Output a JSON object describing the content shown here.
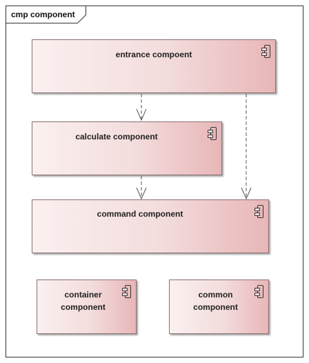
{
  "frame": {
    "label": "cmp component"
  },
  "components": {
    "entrance": {
      "label": "entrance compoent",
      "icon": "component-icon"
    },
    "calculate": {
      "label": "calculate component",
      "icon": "component-icon"
    },
    "command": {
      "label": "command component",
      "icon": "component-icon"
    },
    "container": {
      "line1": "container",
      "line2": "component",
      "icon": "component-icon"
    },
    "common": {
      "line1": "common",
      "line2": "component",
      "icon": "component-icon"
    }
  },
  "dependencies": [
    {
      "from": "entrance compoent",
      "to": "calculate component"
    },
    {
      "from": "calculate component",
      "to": "command component"
    },
    {
      "from": "entrance compoent",
      "to": "command component"
    }
  ],
  "colors": {
    "gradient_left": "#fbf0f0",
    "gradient_right": "#e8b6b8",
    "border": "#8a6f6f"
  }
}
